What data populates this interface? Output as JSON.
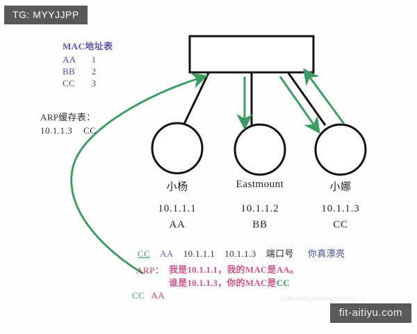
{
  "badges": {
    "telegram": "TG: MYYJJPP",
    "site": "fit-aitiyu.com",
    "faint_watermark": "gzte.fltmy.com  ncz5imocz.ru"
  },
  "mac_table": {
    "title": "MAC地址表",
    "rows": [
      {
        "mac": "AA",
        "port": "1"
      },
      {
        "mac": "BB",
        "port": "2"
      },
      {
        "mac": "CC",
        "port": "3"
      }
    ]
  },
  "arp_cache": {
    "title": "ARP缓存表：",
    "entry_ip": "10.1.1.3",
    "entry_mac": "CC"
  },
  "switch": {
    "label": ""
  },
  "hosts": [
    {
      "name": "小杨",
      "ip": "10.1.1.1",
      "mac": "AA"
    },
    {
      "name": "Eastmount",
      "ip": "10.1.1.2",
      "mac": "BB"
    },
    {
      "name": "小娜",
      "ip": "10.1.1.3",
      "mac": "CC"
    }
  ],
  "frame": {
    "dst_mac": "CC",
    "src_mac": "AA",
    "src_ip": "10.1.1.1",
    "dst_ip": "10.1.1.3",
    "port": "端口号",
    "payload": "你真漂亮"
  },
  "arp_dialog": {
    "label": "ARP：",
    "line1": "我是10.1.1.1，我的MAC是AA。",
    "line2_prefix": "谁是10.1.1.3，你的MAC是",
    "line2_answer": "CC"
  },
  "result": {
    "dst_mac": "CC",
    "src_mac": "AA"
  },
  "colors": {
    "mac_table_text": "#4f4a94",
    "green_arrow": "#3f9b63",
    "arp_label_red": "#c0414b",
    "arp_message_pink": "#c9598c",
    "payload_blue": "#3c4f8c",
    "badge_bg": "#595959"
  }
}
